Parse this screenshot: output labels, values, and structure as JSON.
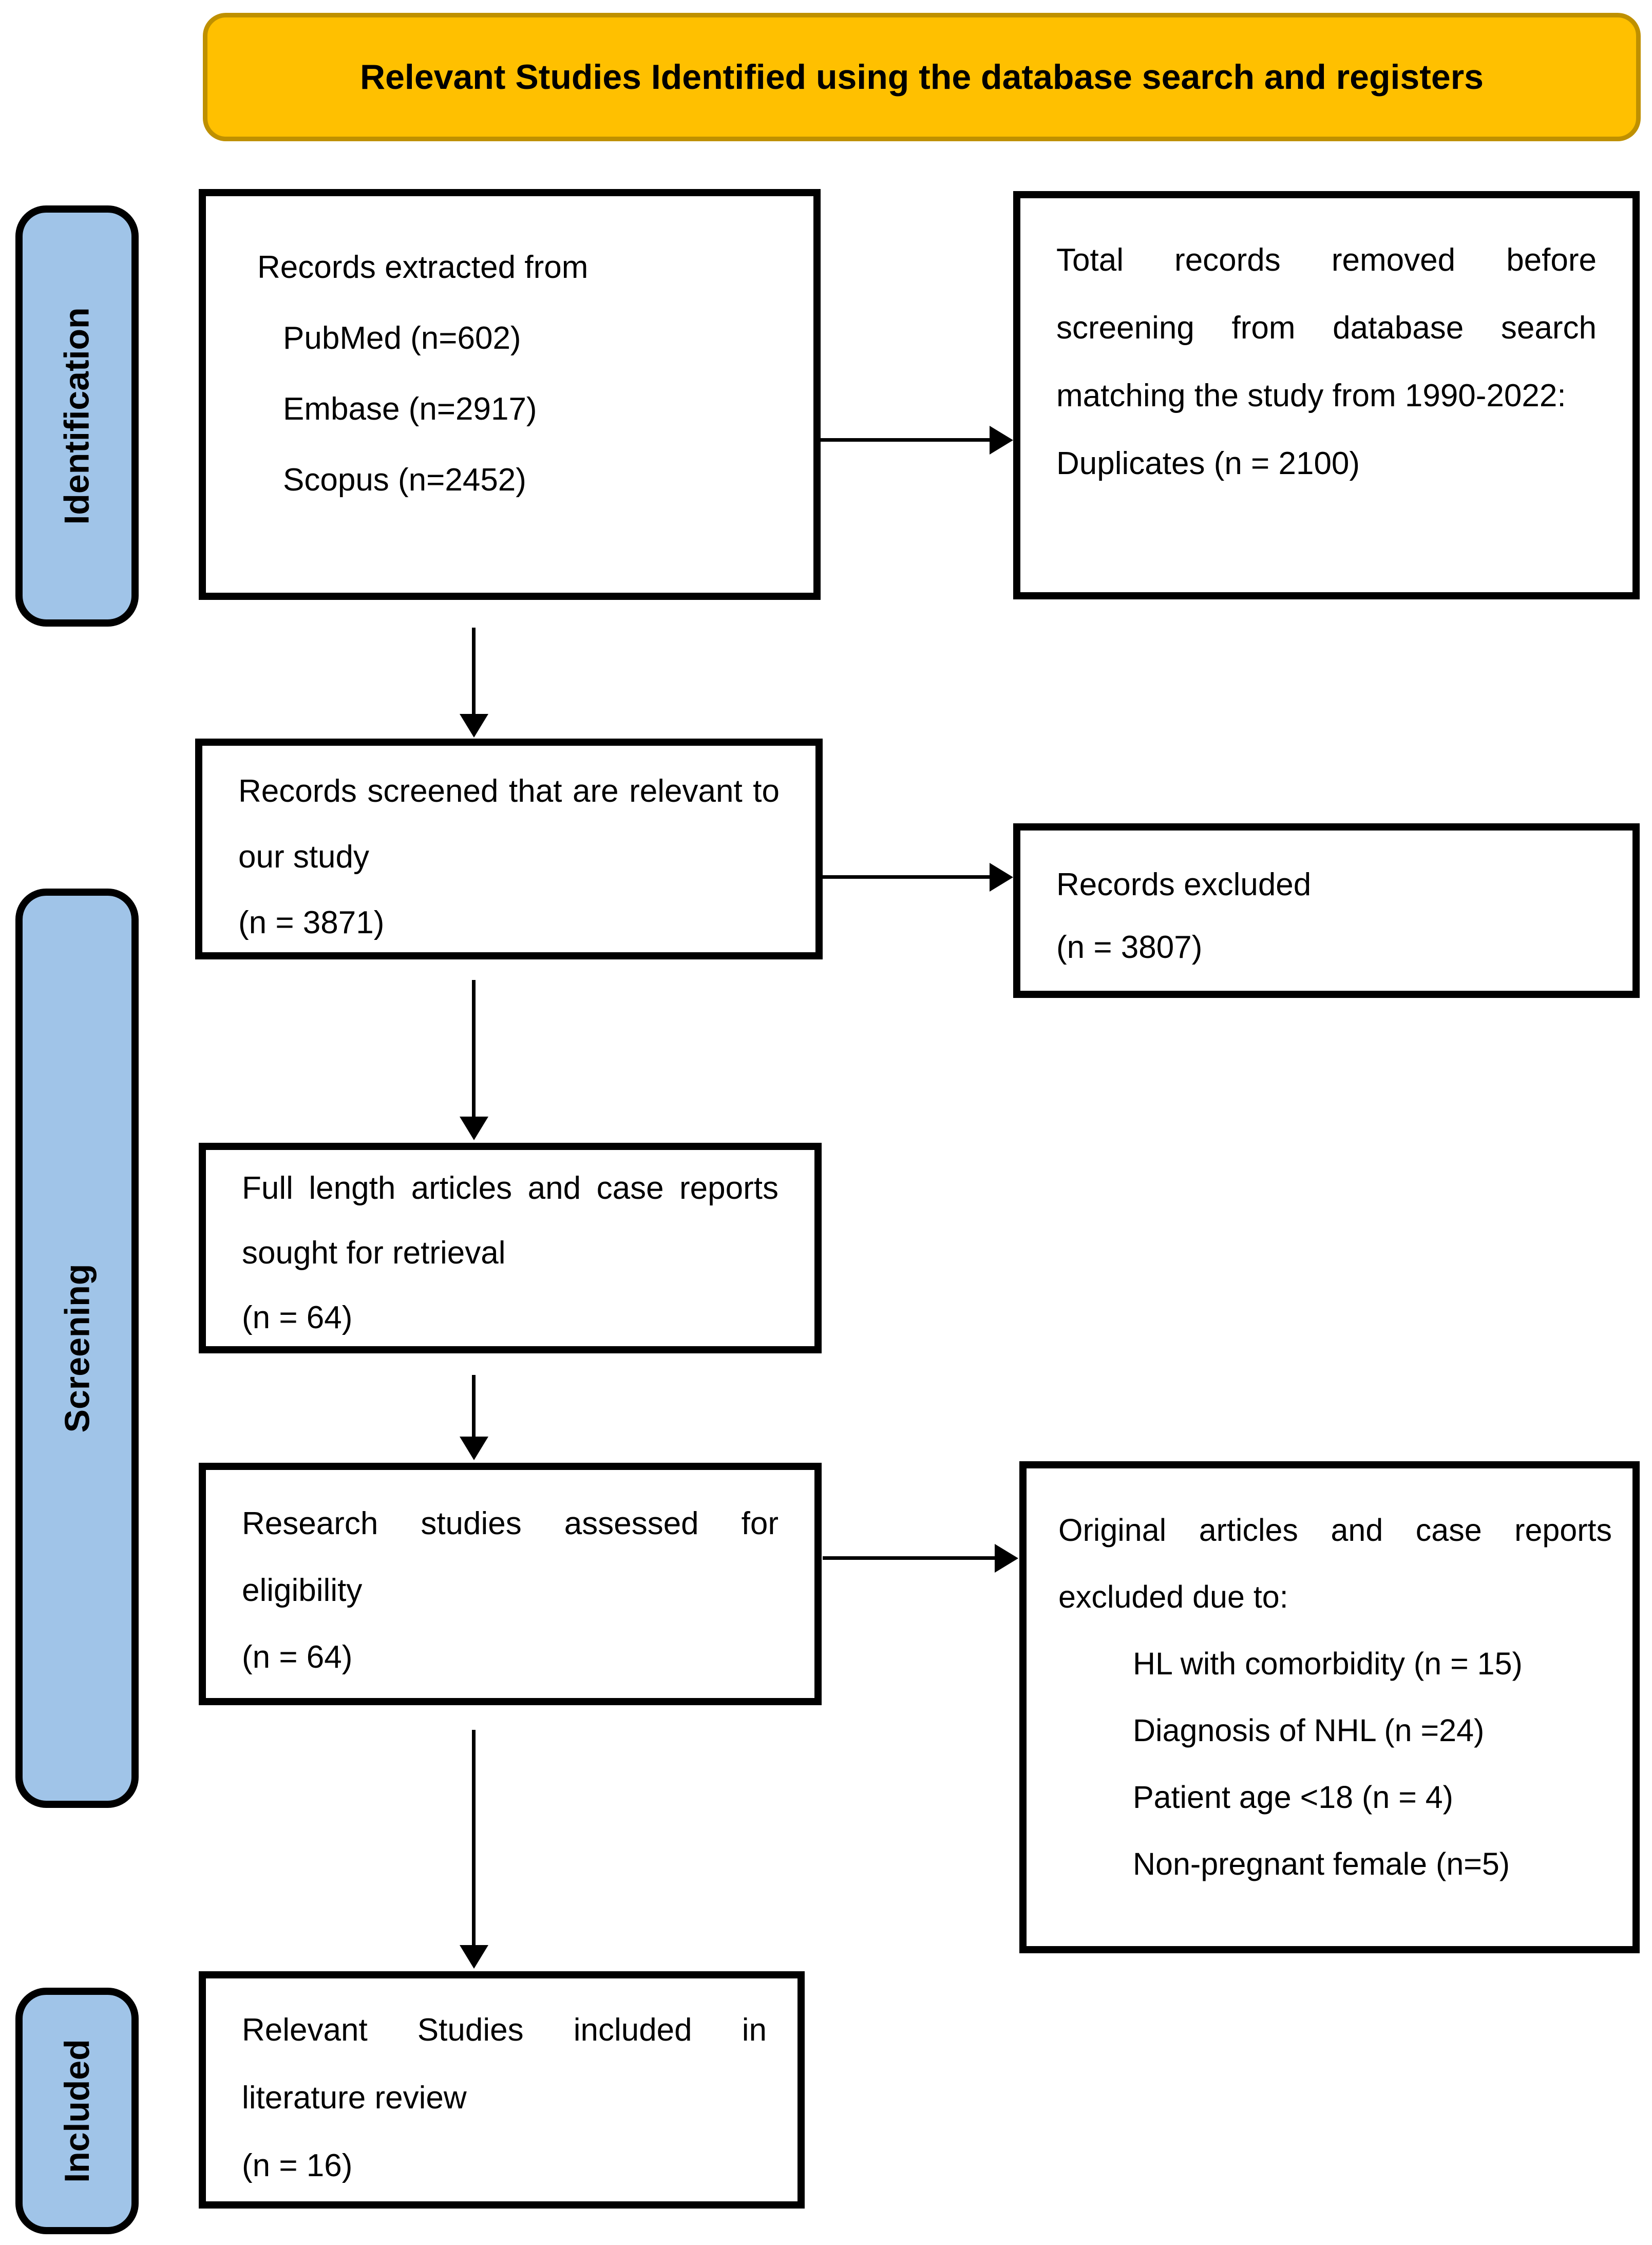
{
  "banner": {
    "title": "Relevant Studies Identified using the database search and registers"
  },
  "stages": {
    "identification": "Identification",
    "screening": "Screening",
    "included": "Included"
  },
  "flow": {
    "records_extracted": {
      "intro": "Records extracted from",
      "sources": [
        "PubMed (n=602)",
        "Embase (n=2917)",
        "Scopus (n=2452)"
      ]
    },
    "removed_before_screening": {
      "body": "Total records removed before screening from database search matching the study from 1990-2022:",
      "duplicates": "Duplicates (n = 2100)"
    },
    "records_screened": {
      "body": "Records screened that are relevant to our study",
      "count": "(n = 3871)"
    },
    "records_excluded": {
      "body": "Records excluded",
      "count": "(n = 3807)"
    },
    "full_length_sought": {
      "body": "Full length articles and case reports sought for retrieval",
      "count": "(n = 64)"
    },
    "assessed_for_eligibility": {
      "body": "Research studies assessed for eligibility",
      "count": "(n = 64)"
    },
    "reports_excluded": {
      "intro": "Original articles and case reports excluded due to:",
      "reasons": [
        "HL with comorbidity (n = 15)",
        "Diagnosis of NHL (n =24)",
        "Patient age <18 (n = 4)",
        "Non-pregnant female (n=5)"
      ]
    },
    "included_in_review": {
      "body": "Relevant Studies included in literature review",
      "count": "(n = 16)"
    }
  },
  "colors": {
    "banner_fill": "#FFC000",
    "banner_border": "#BF9000",
    "stage_fill": "#A0C4E8",
    "box_border": "#000000",
    "arrow": "#000000",
    "background": "#FFFFFF",
    "text": "#000000"
  }
}
